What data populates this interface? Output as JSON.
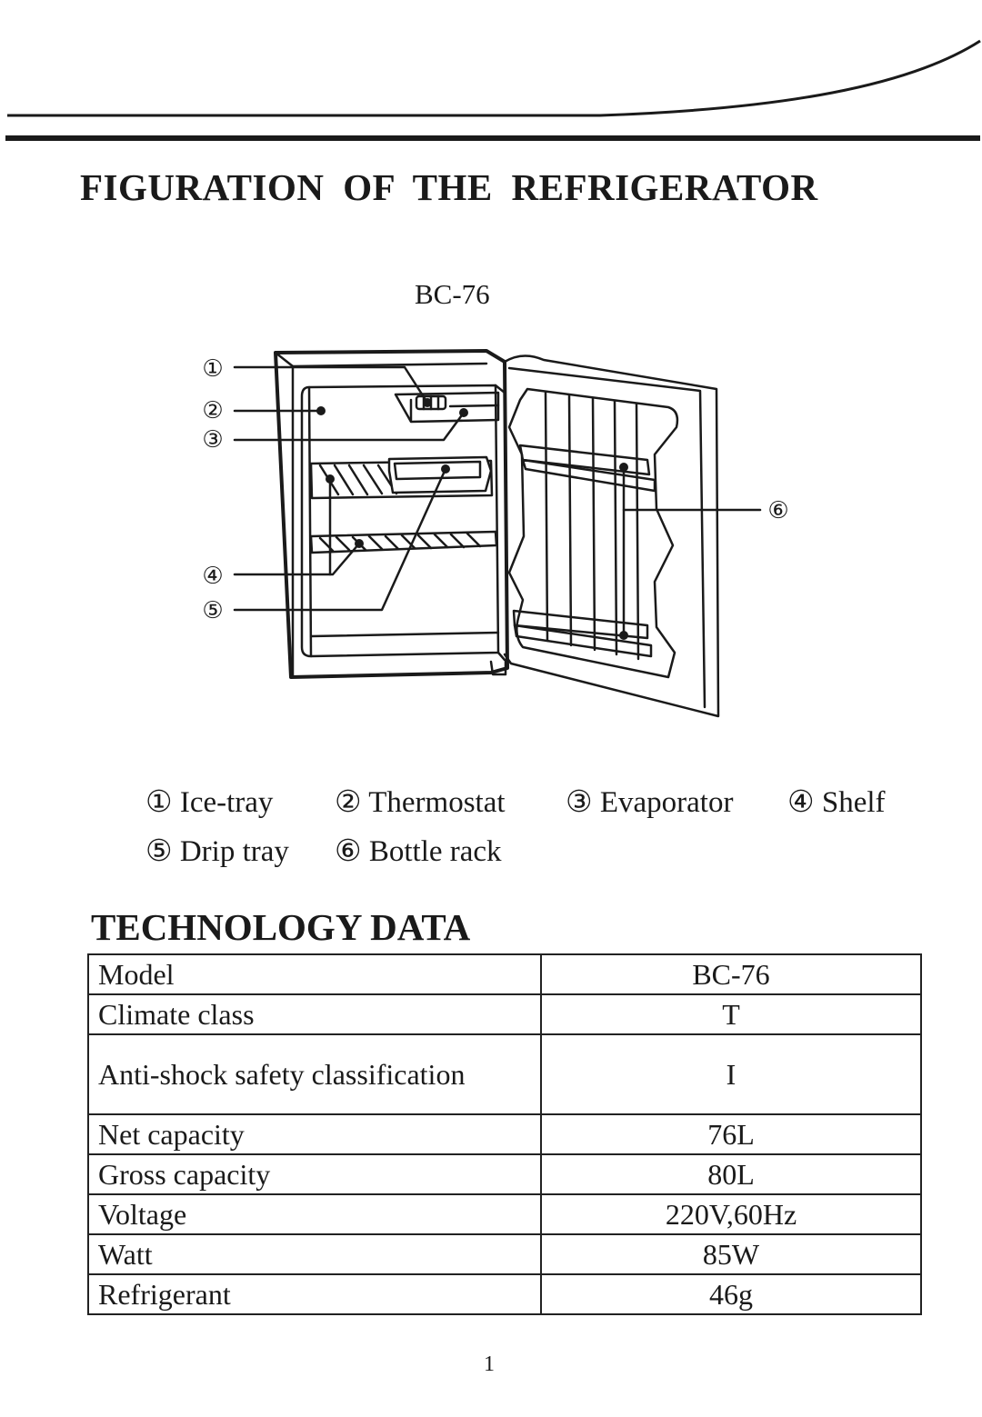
{
  "page": {
    "title": "FIGURATION OF THE REFRIGERATOR",
    "page_number": "1"
  },
  "figure": {
    "model": "BC-76",
    "callouts": [
      "①",
      "②",
      "③",
      "④",
      "⑤",
      "⑥"
    ]
  },
  "legend": [
    {
      "marker": "①",
      "label": "Ice-tray"
    },
    {
      "marker": "②",
      "label": "Thermostat"
    },
    {
      "marker": "③",
      "label": "Evaporator"
    },
    {
      "marker": "④",
      "label": "Shelf"
    },
    {
      "marker": "⑤",
      "label": "Drip tray"
    },
    {
      "marker": "⑥",
      "label": "Bottle rack"
    }
  ],
  "tech": {
    "title": "TECHNOLOGY DATA",
    "rows": [
      {
        "label": "Model",
        "value": "BC-76"
      },
      {
        "label": "Climate class",
        "value": "T"
      },
      {
        "label": "Anti-shock safety classification",
        "value": "I"
      },
      {
        "label": "Net capacity",
        "value": "76L"
      },
      {
        "label": "Gross capacity",
        "value": "80L"
      },
      {
        "label": "Voltage",
        "value": "220V,60Hz"
      },
      {
        "label": "Watt",
        "value": "85W"
      },
      {
        "label": "Refrigerant",
        "value": "46g"
      }
    ]
  }
}
